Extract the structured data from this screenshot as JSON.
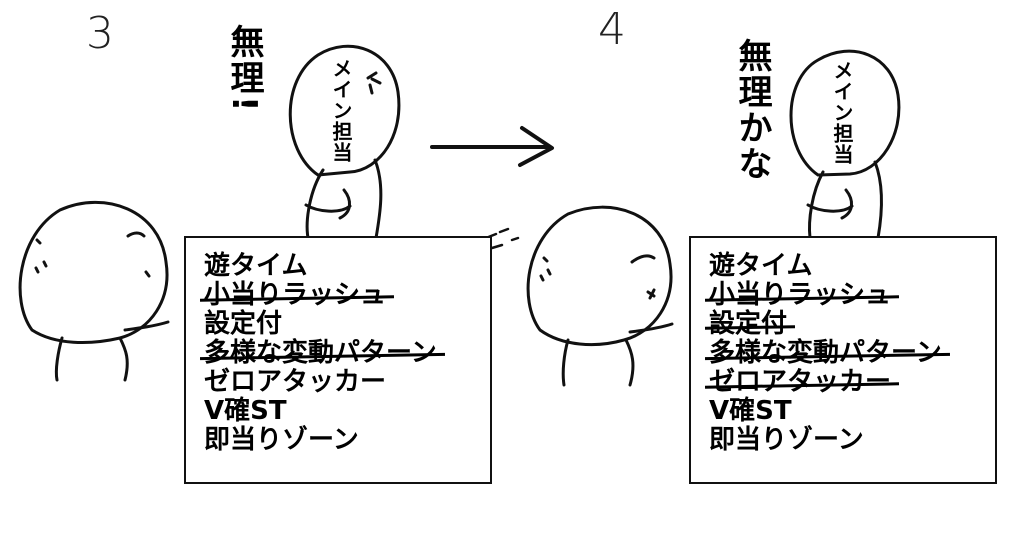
{
  "panels": [
    {
      "number": "3",
      "speech": "無理!",
      "head_label": "メイン担当",
      "items": [
        {
          "text": "遊タイム",
          "struck": false
        },
        {
          "text": "小当りラッシュ",
          "struck": true
        },
        {
          "text": "設定付",
          "struck": false
        },
        {
          "text": "多様な変動パターン",
          "struck": true
        },
        {
          "text": "ゼロアタッカー",
          "struck": false
        },
        {
          "text": "V確ST",
          "struck": false
        },
        {
          "text": "即当りゾーン",
          "struck": false
        }
      ]
    },
    {
      "number": "4",
      "speech": "無理かな",
      "head_label": "メイン担当",
      "items": [
        {
          "text": "遊タイム",
          "struck": false
        },
        {
          "text": "小当りラッシュ",
          "struck": true
        },
        {
          "text": "設定付",
          "struck": true
        },
        {
          "text": "多様な変動パターン",
          "struck": true
        },
        {
          "text": "ゼロアタッカー",
          "struck": true
        },
        {
          "text": "V確ST",
          "struck": false
        },
        {
          "text": "即当りゾーン",
          "struck": false
        }
      ]
    }
  ],
  "colors": {
    "ink": "#000000",
    "background": "#ffffff"
  }
}
